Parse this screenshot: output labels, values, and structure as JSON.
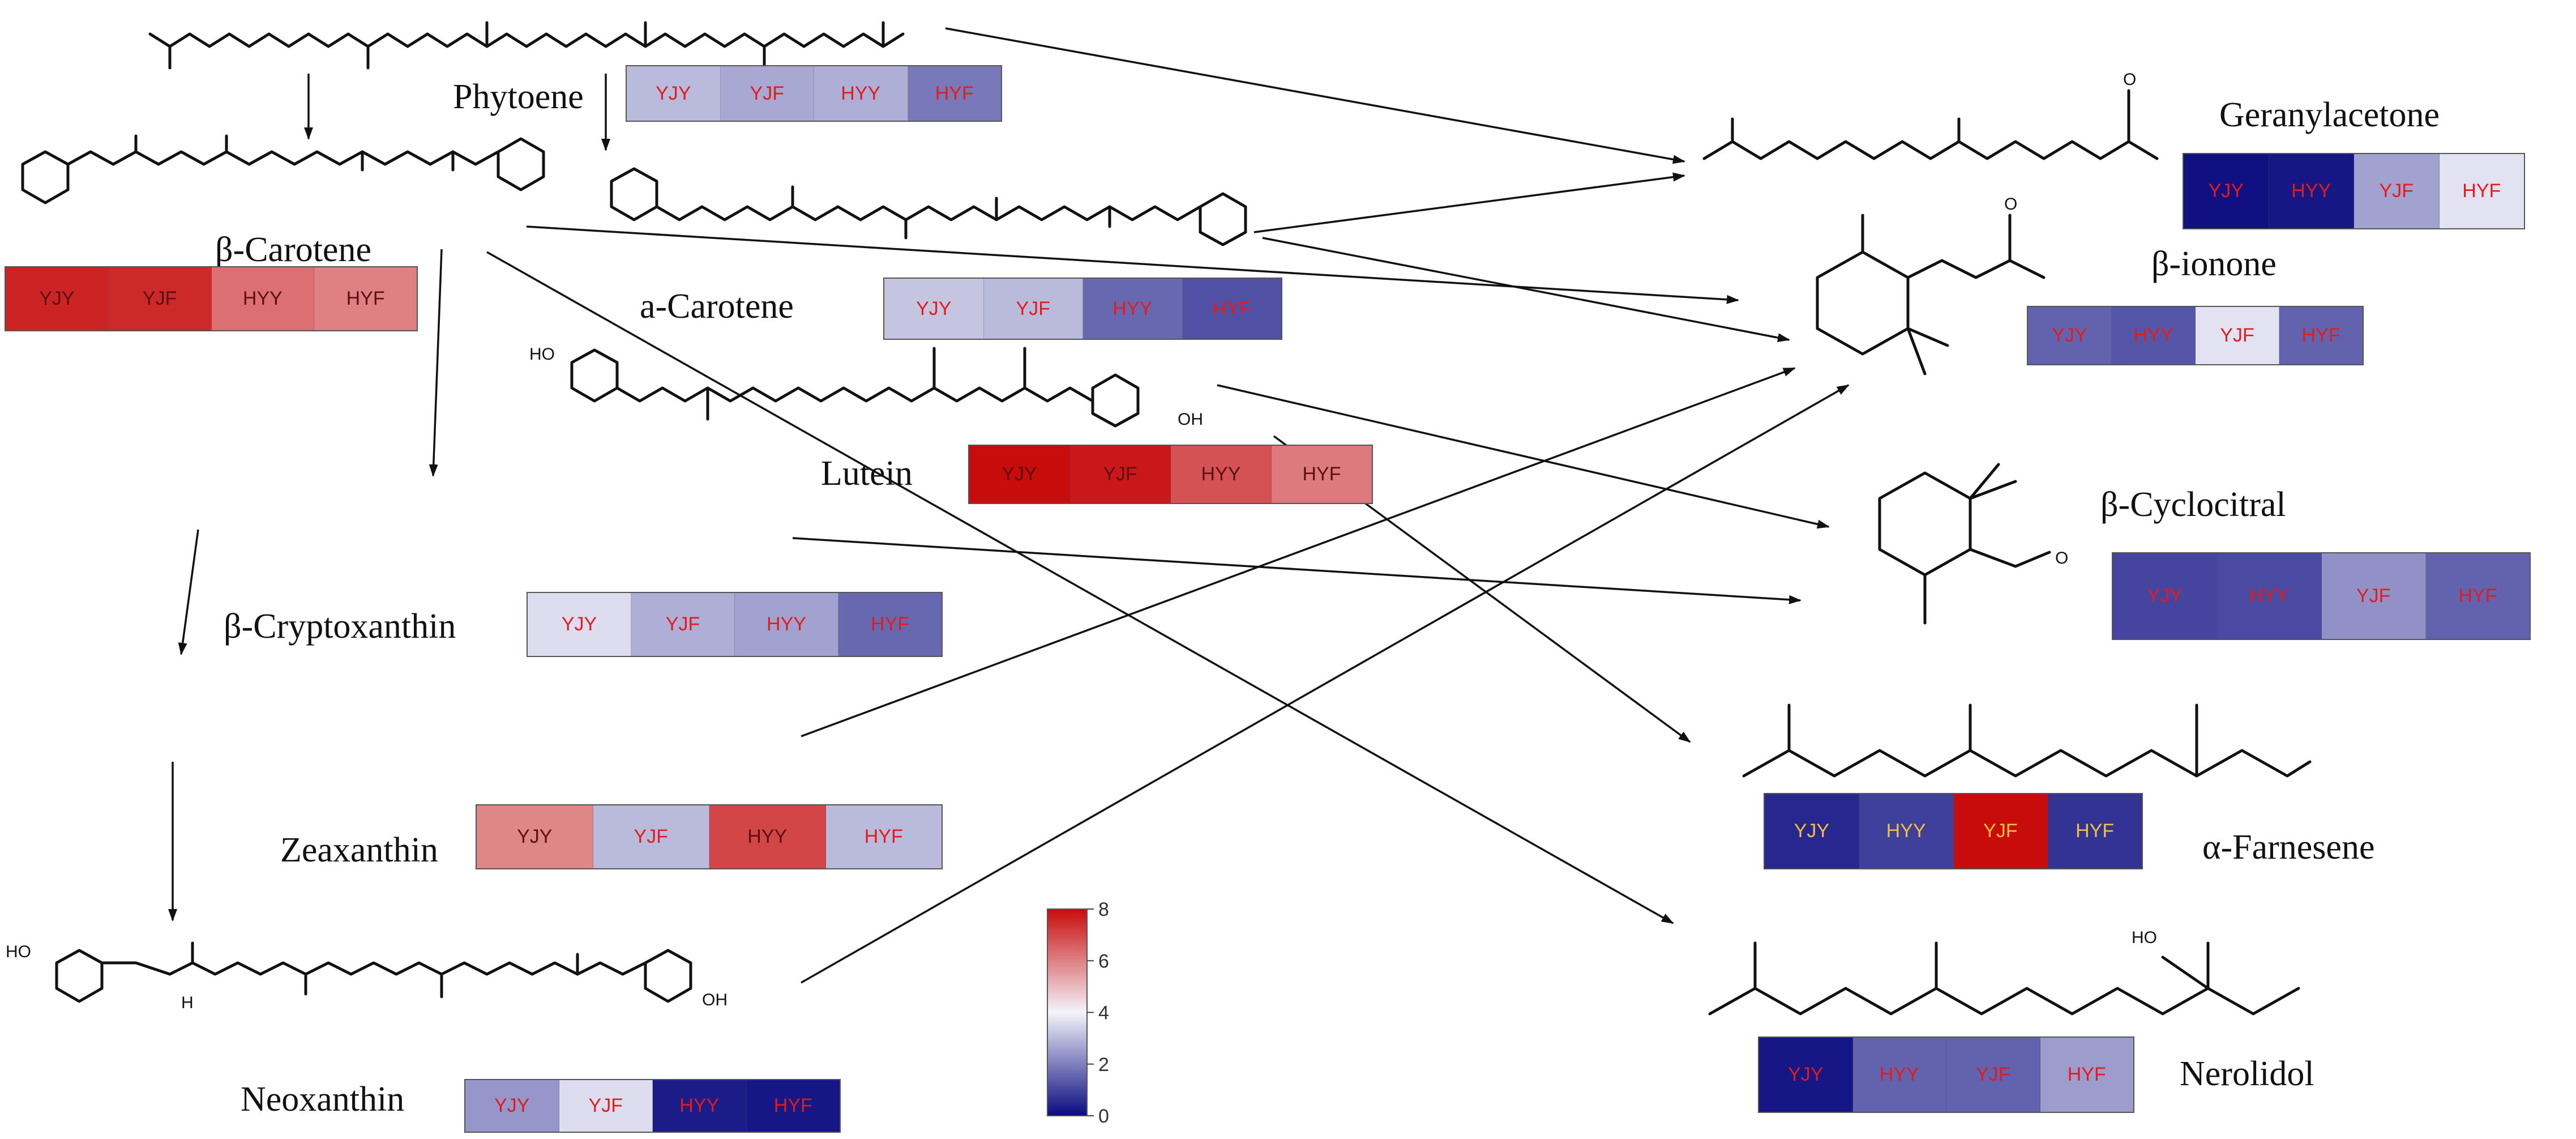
{
  "compounds": {
    "phytoene": "Phytoene",
    "beta_carotene": "β-Carotene",
    "alpha_carotene": "a-Carotene",
    "lutein": "Lutein",
    "beta_cryptoxanthin": "β-Cryptoxanthin",
    "zeaxanthin": "Zeaxanthin",
    "neoxanthin": "Neoxanthin",
    "geranylacetone": "Geranylacetone",
    "beta_ionone": "β-ionone",
    "beta_cyclocitral": "β-Cyclocitral",
    "alpha_farnesene": "α-Farnesene",
    "nerolidol": "Nerolidol"
  },
  "atom_labels": {
    "oxygen": "O",
    "hydroxyl": "OH",
    "hydroxyl_left": "HO",
    "hydrogen": "H"
  },
  "colors": {
    "low": "#0a0a80",
    "mid": "#f4f4fb",
    "high": "#c80c0c"
  },
  "colorbar": {
    "min": 0,
    "max": 8,
    "ticks": [
      "0",
      "2",
      "4",
      "6",
      "8"
    ]
  },
  "heatmaps": [
    {
      "id": "phytoene",
      "cells": [
        {
          "label": "YJY",
          "value": 3.0
        },
        {
          "label": "YJF",
          "value": 2.7
        },
        {
          "label": "HYY",
          "value": 2.8
        },
        {
          "label": "HYF",
          "value": 1.9
        }
      ]
    },
    {
      "id": "beta_carotene",
      "cells": [
        {
          "label": "YJY",
          "value": 7.6
        },
        {
          "label": "YJF",
          "value": 7.5
        },
        {
          "label": "HYY",
          "value": 6.3
        },
        {
          "label": "HYF",
          "value": 6.0
        }
      ]
    },
    {
      "id": "alpha_carotene",
      "cells": [
        {
          "label": "YJY",
          "value": 3.2
        },
        {
          "label": "YJF",
          "value": 3.0
        },
        {
          "label": "HYY",
          "value": 1.6
        },
        {
          "label": "HYF",
          "value": 1.2
        }
      ]
    },
    {
      "id": "lutein",
      "cells": [
        {
          "label": "YJY",
          "value": 8.0
        },
        {
          "label": "YJF",
          "value": 7.8
        },
        {
          "label": "HYY",
          "value": 6.8
        },
        {
          "label": "HYF",
          "value": 6.1
        }
      ]
    },
    {
      "id": "beta_cryptoxanthin",
      "cells": [
        {
          "label": "YJY",
          "value": 3.6
        },
        {
          "label": "YJF",
          "value": 2.8
        },
        {
          "label": "HYY",
          "value": 2.6
        },
        {
          "label": "HYF",
          "value": 1.6
        }
      ]
    },
    {
      "id": "zeaxanthin",
      "cells": [
        {
          "label": "YJY",
          "value": 5.9
        },
        {
          "label": "YJF",
          "value": 3.0
        },
        {
          "label": "HYY",
          "value": 7.0
        },
        {
          "label": "HYF",
          "value": 3.0
        }
      ]
    },
    {
      "id": "neoxanthin",
      "cells": [
        {
          "label": "YJY",
          "value": 2.4
        },
        {
          "label": "YJF",
          "value": 3.6
        },
        {
          "label": "HYY",
          "value": 0.3
        },
        {
          "label": "HYF",
          "value": 0.2
        }
      ]
    },
    {
      "id": "geranylacetone",
      "cells": [
        {
          "label": "YJY",
          "value": 0.1
        },
        {
          "label": "HYY",
          "value": 0.2
        },
        {
          "label": "YJF",
          "value": 2.6
        },
        {
          "label": "HYF",
          "value": 3.7
        }
      ]
    },
    {
      "id": "beta_ionone",
      "cells": [
        {
          "label": "YJY",
          "value": 1.5
        },
        {
          "label": "HYY",
          "value": 1.3
        },
        {
          "label": "YJF",
          "value": 3.7
        },
        {
          "label": "HYF",
          "value": 1.5
        }
      ]
    },
    {
      "id": "beta_cyclocitral",
      "cells": [
        {
          "label": "YJY",
          "value": 1.0
        },
        {
          "label": "HYY",
          "value": 1.1
        },
        {
          "label": "YJF",
          "value": 2.3
        },
        {
          "label": "HYF",
          "value": 1.5
        }
      ]
    },
    {
      "id": "alpha_farnesene",
      "cells": [
        {
          "label": "YJY",
          "value": 0.5
        },
        {
          "label": "HYY",
          "value": 0.9
        },
        {
          "label": "YJF",
          "value": 8.0
        },
        {
          "label": "HYF",
          "value": 0.7
        }
      ]
    },
    {
      "id": "nerolidol",
      "cells": [
        {
          "label": "YJY",
          "value": 0.2
        },
        {
          "label": "HYY",
          "value": 1.5
        },
        {
          "label": "YJF",
          "value": 1.5
        },
        {
          "label": "HYF",
          "value": 2.5
        }
      ]
    }
  ]
}
